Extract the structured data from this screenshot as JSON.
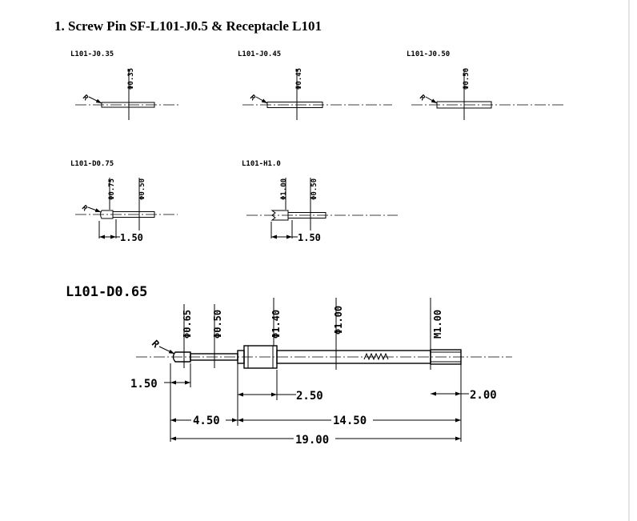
{
  "title": "1. Screw Pin SF-L101-J0.5 & Receptacle  L101",
  "pins": [
    {
      "name": "L101-J0.35",
      "dia": "Φ0.35",
      "radius": "R"
    },
    {
      "name": "L101-J0.45",
      "dia": "Φ0.45",
      "radius": "R"
    },
    {
      "name": "L101-J0.50",
      "dia": "Φ0.50",
      "radius": "R"
    },
    {
      "name": "L101-D0.75",
      "dia1": "Φ0.75",
      "dia2": "Φ0.50",
      "len": "1.50",
      "radius": "R"
    },
    {
      "name": "L101-H1.0",
      "dia1": "Φ1.00",
      "dia2": "Φ0.50",
      "len": "1.50"
    }
  ],
  "main": {
    "name": "L101-D0.65",
    "radius": "R",
    "dia_labels": [
      "Φ0.65",
      "Φ0.50",
      "Φ1.40",
      "Φ1.00",
      "M1.00"
    ],
    "dims": {
      "tip": "1.50",
      "seg_a": "4.50",
      "seg_b": "2.50",
      "seg_c": "14.50",
      "end": "2.00",
      "total": "19.00"
    }
  }
}
